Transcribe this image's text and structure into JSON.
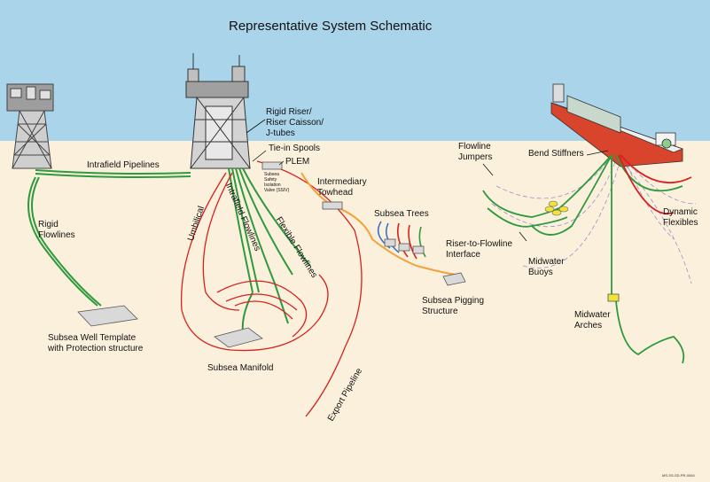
{
  "title": "Representative System Schematic",
  "doc_id": "MS-SS-SD-PR-0064",
  "colors": {
    "sky": "#a9d4ea",
    "seabed": "#fbf0db",
    "pipeline_green": "#2e9a3e",
    "umbilical_red": "#d82020",
    "export_orange": "#f2a23a",
    "buoy_yellow": "#f2e23a",
    "flowline_blue": "#3d72c8",
    "ssiv_dashed": "#9b8fd0"
  },
  "labels": {
    "rigid_riser": [
      "Rigid Riser/",
      "Riser Caisson/",
      "J-tubes"
    ],
    "tie_in_spools": "Tie-in Spools",
    "plem": "PLEM",
    "ssiv": [
      "Subsea",
      "Safety",
      "Isolation",
      "Valve (SSIV)"
    ],
    "intrafield_pipelines": "Intrafield Pipelines",
    "rigid_flowlines": [
      "Rigid",
      "Flowlines"
    ],
    "subsea_well_template": [
      "Subsea Well Template",
      "with Protection structure"
    ],
    "umbilical": "Umbilical",
    "intrafield_flowlines": "Intrafield Flowlines",
    "flexible_flowlines": "Flexible Flowlines",
    "intermediary_towhead": [
      "Intermediary",
      "Towhead"
    ],
    "subsea_trees": "Subsea Trees",
    "subsea_pigging_structure": [
      "Subsea Pigging",
      "Structure"
    ],
    "subsea_manifold": "Subsea Manifold",
    "export_pipeline": "Export Pipeline",
    "flowline_jumpers": [
      "Flowline",
      "Jumpers"
    ],
    "bend_stiffners": "Bend Stiffners",
    "dynamic_flexibles": [
      "Dynamic",
      "Flexibles"
    ],
    "riser_to_flowline_interface": [
      "Riser-to-Flowline",
      "Interface"
    ],
    "midwater_buoys": [
      "Midwater",
      "Buoys"
    ],
    "midwater_arches": [
      "Midwater",
      "Arches"
    ]
  }
}
